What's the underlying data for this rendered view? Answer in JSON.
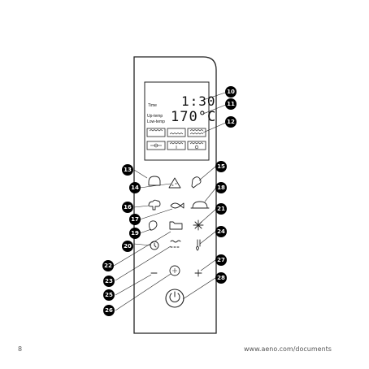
{
  "display": {
    "time_label": "Time",
    "uptemp_label": "Up-temp",
    "lowtemp_label": "Low-temp",
    "time_value": "1:30",
    "temp_value": "170°C"
  },
  "callouts": [
    "10",
    "11",
    "12",
    "13",
    "14",
    "15",
    "16",
    "17",
    "18",
    "19",
    "20",
    "21",
    "22",
    "23",
    "24",
    "25",
    "26",
    "27",
    "28"
  ],
  "footer": {
    "page_number": "8",
    "url": "www.aeno.com/documents"
  }
}
